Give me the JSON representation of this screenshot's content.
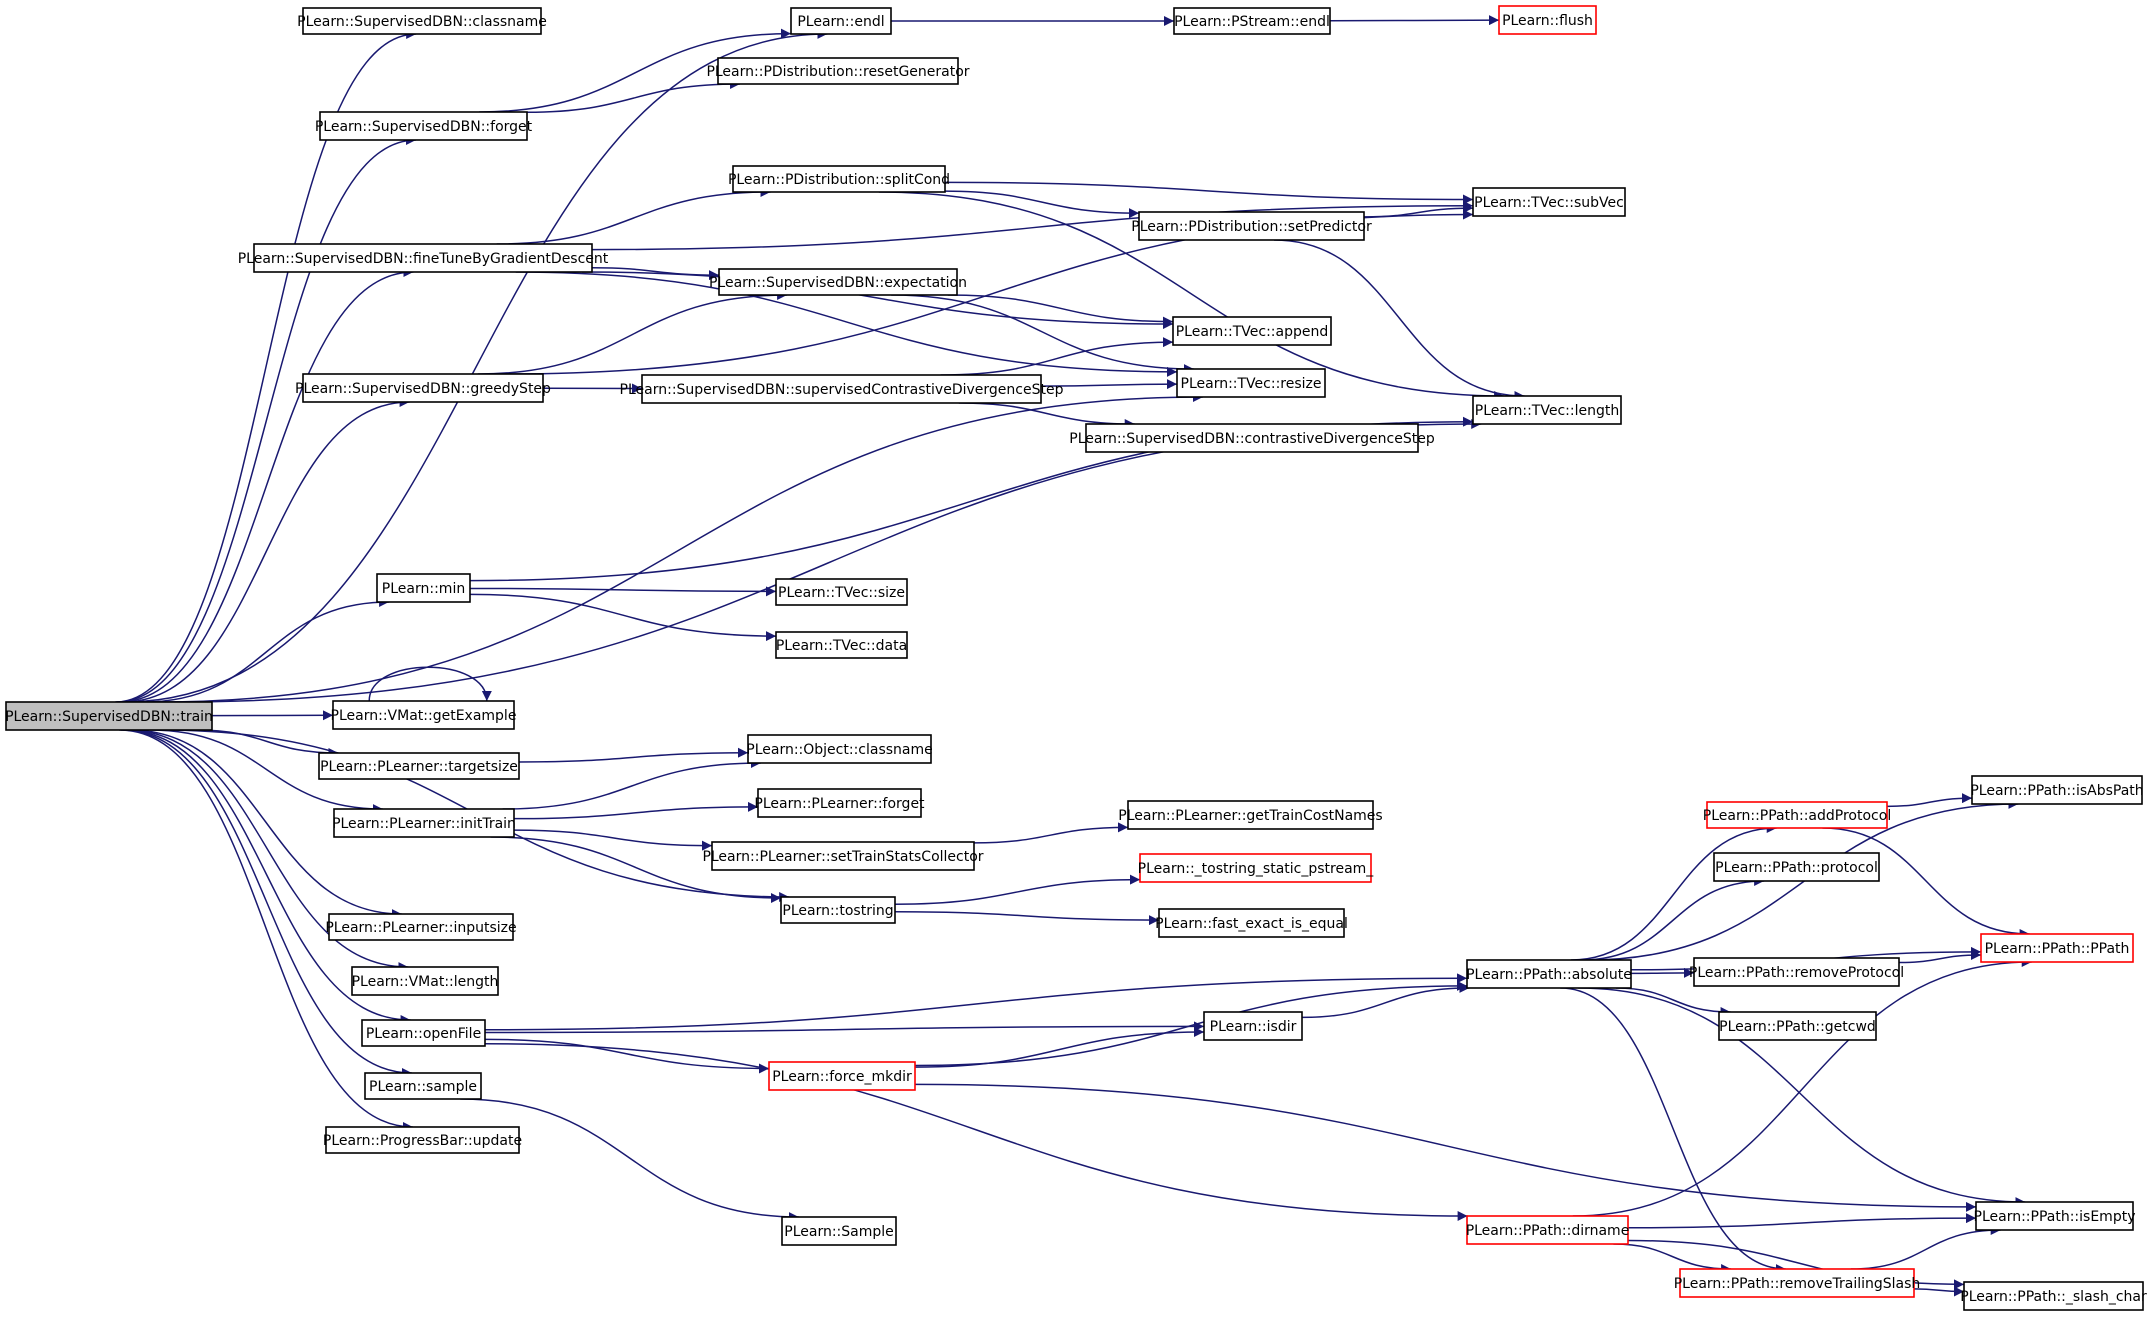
{
  "colors": {
    "edge": "#191970",
    "root_fill": "#bfbfbf",
    "node_fill": "#ffffff",
    "border": "#000000",
    "truncated_border": "#ff0000"
  },
  "nodes": [
    {
      "id": "train",
      "label": "PLearn::SupervisedDBN::train",
      "style": "root"
    },
    {
      "id": "sdbn_classname",
      "label": "PLearn::SupervisedDBN::classname",
      "style": "normal"
    },
    {
      "id": "endl",
      "label": "PLearn::endl",
      "style": "normal"
    },
    {
      "id": "pstream_endl",
      "label": "PLearn::PStream::endl",
      "style": "normal"
    },
    {
      "id": "flush",
      "label": "PLearn::flush",
      "style": "truncated"
    },
    {
      "id": "reset_gen",
      "label": "PLearn::PDistribution::resetGenerator",
      "style": "normal"
    },
    {
      "id": "forget",
      "label": "PLearn::SupervisedDBN::forget",
      "style": "normal"
    },
    {
      "id": "splitcond",
      "label": "PLearn::PDistribution::splitCond",
      "style": "normal"
    },
    {
      "id": "subvec",
      "label": "PLearn::TVec::subVec",
      "style": "normal"
    },
    {
      "id": "setpred",
      "label": "PLearn::PDistribution::setPredictor",
      "style": "normal"
    },
    {
      "id": "finetune",
      "label": "PLearn::SupervisedDBN::fineTuneByGradientDescent",
      "style": "normal"
    },
    {
      "id": "expect",
      "label": "PLearn::SupervisedDBN::expectation",
      "style": "normal"
    },
    {
      "id": "append",
      "label": "PLearn::TVec::append",
      "style": "normal"
    },
    {
      "id": "greedy",
      "label": "PLearn::SupervisedDBN::greedyStep",
      "style": "normal"
    },
    {
      "id": "supcd",
      "label": "PLearn::SupervisedDBN::supervisedContrastiveDivergenceStep",
      "style": "normal"
    },
    {
      "id": "resize",
      "label": "PLearn::TVec::resize",
      "style": "normal"
    },
    {
      "id": "tlength",
      "label": "PLearn::TVec::length",
      "style": "normal"
    },
    {
      "id": "cdstep",
      "label": "PLearn::SupervisedDBN::contrastiveDivergenceStep",
      "style": "normal"
    },
    {
      "id": "min",
      "label": "PLearn::min",
      "style": "normal"
    },
    {
      "id": "tsize",
      "label": "PLearn::TVec::size",
      "style": "normal"
    },
    {
      "id": "tdata",
      "label": "PLearn::TVec::data",
      "style": "normal"
    },
    {
      "id": "getex",
      "label": "PLearn::VMat::getExample",
      "style": "normal"
    },
    {
      "id": "obj_classname",
      "label": "PLearn::Object::classname",
      "style": "normal"
    },
    {
      "id": "targetsize",
      "label": "PLearn::PLearner::targetsize",
      "style": "normal"
    },
    {
      "id": "pl_forget",
      "label": "PLearn::PLearner::forget",
      "style": "normal"
    },
    {
      "id": "inittrain",
      "label": "PLearn::PLearner::initTrain",
      "style": "normal"
    },
    {
      "id": "gettcn",
      "label": "PLearn::PLearner::getTrainCostNames",
      "style": "normal"
    },
    {
      "id": "settsc",
      "label": "PLearn::PLearner::setTrainStatsCollector",
      "style": "normal"
    },
    {
      "id": "tostring_static",
      "label": "PLearn::_tostring_static_pstream_",
      "style": "truncated"
    },
    {
      "id": "tostring",
      "label": "PLearn::tostring",
      "style": "normal"
    },
    {
      "id": "fast_exact",
      "label": "PLearn::fast_exact_is_equal",
      "style": "normal"
    },
    {
      "id": "inputsize",
      "label": "PLearn::PLearner::inputsize",
      "style": "normal"
    },
    {
      "id": "vmlength",
      "label": "PLearn::VMat::length",
      "style": "normal"
    },
    {
      "id": "openfile",
      "label": "PLearn::openFile",
      "style": "normal"
    },
    {
      "id": "isdir",
      "label": "PLearn::isdir",
      "style": "normal"
    },
    {
      "id": "forcemkdir",
      "label": "PLearn::force_mkdir",
      "style": "truncated"
    },
    {
      "id": "sample",
      "label": "PLearn::sample",
      "style": "normal"
    },
    {
      "id": "pbupdate",
      "label": "PLearn::ProgressBar::update",
      "style": "normal"
    },
    {
      "id": "Sample",
      "label": "PLearn::Sample",
      "style": "normal"
    },
    {
      "id": "isabspath",
      "label": "PLearn::PPath::isAbsPath",
      "style": "normal"
    },
    {
      "id": "addproto",
      "label": "PLearn::PPath::addProtocol",
      "style": "truncated"
    },
    {
      "id": "protocol",
      "label": "PLearn::PPath::protocol",
      "style": "normal"
    },
    {
      "id": "ppath",
      "label": "PLearn::PPath::PPath",
      "style": "truncated"
    },
    {
      "id": "absolute",
      "label": "PLearn::PPath::absolute",
      "style": "normal"
    },
    {
      "id": "removeproto",
      "label": "PLearn::PPath::removeProtocol",
      "style": "normal"
    },
    {
      "id": "getcwd",
      "label": "PLearn::PPath::getcwd",
      "style": "normal"
    },
    {
      "id": "dirname",
      "label": "PLearn::PPath::dirname",
      "style": "truncated"
    },
    {
      "id": "isempty",
      "label": "PLearn::PPath::isEmpty",
      "style": "normal"
    },
    {
      "id": "removets",
      "label": "PLearn::PPath::removeTrailingSlash",
      "style": "truncated"
    },
    {
      "id": "slashchar",
      "label": "PLearn::PPath::_slash_char",
      "style": "normal"
    }
  ],
  "edges": [
    [
      "train",
      "sdbn_classname"
    ],
    [
      "train",
      "endl"
    ],
    [
      "train",
      "forget"
    ],
    [
      "train",
      "finetune"
    ],
    [
      "train",
      "greedy"
    ],
    [
      "train",
      "resize"
    ],
    [
      "train",
      "min"
    ],
    [
      "train",
      "tlength"
    ],
    [
      "train",
      "getex"
    ],
    [
      "train",
      "targetsize"
    ],
    [
      "train",
      "inittrain"
    ],
    [
      "train",
      "tostring"
    ],
    [
      "train",
      "inputsize"
    ],
    [
      "train",
      "vmlength"
    ],
    [
      "train",
      "openfile"
    ],
    [
      "train",
      "sample"
    ],
    [
      "train",
      "pbupdate"
    ],
    [
      "endl",
      "pstream_endl"
    ],
    [
      "pstream_endl",
      "flush"
    ],
    [
      "forget",
      "endl"
    ],
    [
      "forget",
      "reset_gen"
    ],
    [
      "finetune",
      "splitcond"
    ],
    [
      "finetune",
      "subvec"
    ],
    [
      "finetune",
      "expect"
    ],
    [
      "finetune",
      "append"
    ],
    [
      "finetune",
      "resize"
    ],
    [
      "splitcond",
      "subvec"
    ],
    [
      "splitcond",
      "setpred"
    ],
    [
      "splitcond",
      "tlength"
    ],
    [
      "setpred",
      "subvec"
    ],
    [
      "setpred",
      "tlength"
    ],
    [
      "expect",
      "append"
    ],
    [
      "expect",
      "resize"
    ],
    [
      "greedy",
      "expect"
    ],
    [
      "greedy",
      "supcd"
    ],
    [
      "greedy",
      "subvec"
    ],
    [
      "supcd",
      "append"
    ],
    [
      "supcd",
      "resize"
    ],
    [
      "supcd",
      "cdstep"
    ],
    [
      "min",
      "tlength"
    ],
    [
      "min",
      "tsize"
    ],
    [
      "min",
      "tdata"
    ],
    [
      "getex",
      "getex"
    ],
    [
      "targetsize",
      "obj_classname"
    ],
    [
      "inittrain",
      "obj_classname"
    ],
    [
      "inittrain",
      "pl_forget"
    ],
    [
      "inittrain",
      "settsc"
    ],
    [
      "inittrain",
      "tostring"
    ],
    [
      "settsc",
      "gettcn"
    ],
    [
      "tostring",
      "tostring_static"
    ],
    [
      "tostring",
      "fast_exact"
    ],
    [
      "openfile",
      "absolute"
    ],
    [
      "openfile",
      "isdir"
    ],
    [
      "openfile",
      "forcemkdir"
    ],
    [
      "openfile",
      "dirname"
    ],
    [
      "isdir",
      "absolute"
    ],
    [
      "forcemkdir",
      "isdir"
    ],
    [
      "forcemkdir",
      "absolute"
    ],
    [
      "forcemkdir",
      "isempty"
    ],
    [
      "sample",
      "Sample"
    ],
    [
      "absolute",
      "isabspath"
    ],
    [
      "absolute",
      "addproto"
    ],
    [
      "absolute",
      "protocol"
    ],
    [
      "absolute",
      "ppath"
    ],
    [
      "absolute",
      "removeproto"
    ],
    [
      "absolute",
      "getcwd"
    ],
    [
      "absolute",
      "isempty"
    ],
    [
      "absolute",
      "removets"
    ],
    [
      "addproto",
      "isabspath"
    ],
    [
      "addproto",
      "ppath"
    ],
    [
      "removeproto",
      "ppath"
    ],
    [
      "dirname",
      "ppath"
    ],
    [
      "dirname",
      "isempty"
    ],
    [
      "dirname",
      "removets"
    ],
    [
      "dirname",
      "slashchar"
    ],
    [
      "removets",
      "isempty"
    ],
    [
      "removets",
      "slashchar"
    ]
  ]
}
